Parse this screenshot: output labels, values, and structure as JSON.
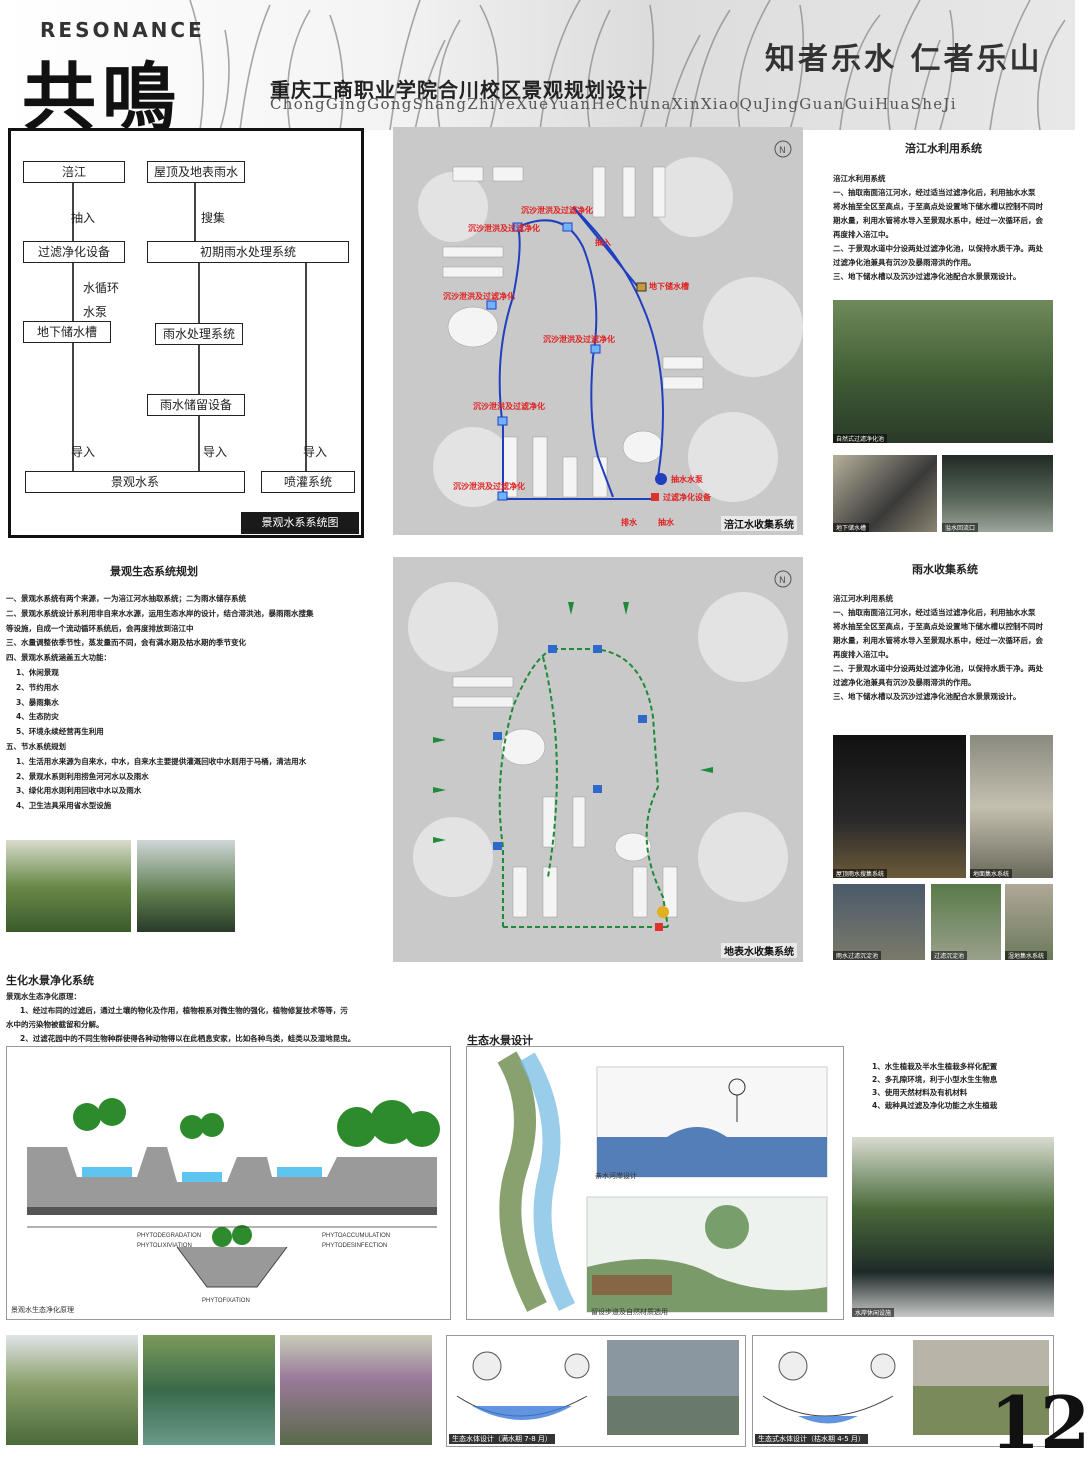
{
  "header": {
    "resonance": "RESONANCE",
    "title": "共鳴",
    "subtitle_cn": "重庆工商职业学院合川校区景观规划设计",
    "subtitle_pinyin": "ChongGingGongShangZhiYeXueYuanHeChunaXinXiaoQuJingGuanGuiHuaSheJi",
    "slogan": "知者乐水  仁者乐山"
  },
  "flowchart": {
    "boxes": {
      "fujiang": "涪江",
      "rain_source": "屋顶及地表雨水",
      "filter_device": "过滤净化设备",
      "initial_rain": "初期雨水处理系统",
      "underground_tank": "地下储水槽",
      "rain_treatment": "雨水处理系统",
      "rain_storage": "雨水储留设备",
      "landscape_water": "景观水系",
      "sprinkler": "喷灌系统"
    },
    "labels": {
      "pump_in": "抽入",
      "collect": "搜集",
      "cycle": "水循环",
      "pump": "水泵",
      "inflow1": "导入",
      "inflow2": "导入",
      "inflow3": "导入"
    },
    "caption": "景观水系系统图"
  },
  "map1": {
    "caption": "涪江水收集系统",
    "labels": [
      "沉沙泄洪及过滤净化",
      "沉沙泄洪及过滤净化",
      "沉沙泄洪及过滤净化",
      "沉沙泄洪及过滤净化",
      "沉沙泄洪及过滤净化",
      "沉沙泄洪及过滤净化"
    ],
    "tank": "地下储水槽",
    "pump": "抽水水泵",
    "filter": "过滤净化设备",
    "drain": "排水",
    "intake": "抽水",
    "pump_in": "抽入"
  },
  "map2": {
    "caption": "地表水收集系统"
  },
  "right_top": {
    "title": "涪江水利用系统",
    "heading": "涪江水利用系统",
    "lines": [
      "一、抽取南面涪江河水，经过适当过滤净化后，利用抽水水泵",
      "将水抽至全区至高点，于至高点处设置地下储水槽以控制不同时",
      "期水量，利用水管将水导入至景观水系中，经过一次循环后，会",
      "再度排入涪江中。",
      "二、于景观水道中分设两处过滤净化池，以保持水质干净。两处",
      "过滤净化池兼具有沉沙及暴雨滞洪的作用。",
      "三、地下储水槽以及沉沙过滤净化池配合水景景观设计。"
    ],
    "photo1": "自然式过滤净化池",
    "photo2": "地下储水槽",
    "photo3": "溢水回流口"
  },
  "right_mid": {
    "title": "雨水收集系统",
    "heading": "涪江河水利用系统",
    "lines": [
      "一、抽取南面涪江河水，经过适当过滤净化后，利用抽水水泵",
      "将水抽至全区至高点，于至高点处设置地下储水槽以控制不同时",
      "期水量，利用水管将水导入至景观水系中，经过一次循环后，会",
      "再度排入涪江中。",
      "二、于景观水道中分设两处过滤净化池，以保持水质干净。两处",
      "过滤净化池兼具有沉沙及暴雨滞洪的作用。",
      "三、地下储水槽以及沉沙过滤净化池配合水景景观设计。"
    ],
    "photo1": "屋顶雨水搜集系统",
    "photo2": "地面集水系统",
    "photo3": "雨水过滤沉淀池",
    "photo4": "过滤沉淀池",
    "photo5": "湿地集水系统"
  },
  "left_mid": {
    "title": "景观生态系统规划",
    "lines": [
      "一、景观水系统有两个来源，一为涪江河水抽取系统；二为雨水储存系统",
      "二、景观水系统设计系利用非自来水水源，运用生态水岸的设计，结合滞洪池，暴雨雨水搜集",
      "等设施，自成一个流动循环系统后，会再度排放到涪江中",
      "三、水量调整依季节性，蒸发量而不同，会有满水期及枯水期的季节变化",
      "四、景观水系统涵盖五大功能：",
      "1、休闲景观",
      "2、节约用水",
      "3、暴雨集水",
      "4、生态防灾",
      "5、环境永续经营再生利用",
      "五、节水系统规划",
      "1、生活用水来源为自来水，中水，自来水主要提供灌溉回收中水则用于马桶，清洁用水",
      "2、景观水系则利用捞鱼河河水以及雨水",
      "3、绿化用水则利用回收中水以及雨水",
      "4、卫生洁具采用省水型设施"
    ]
  },
  "purify": {
    "title": "生化水景净化系统",
    "principle": "景观水生态净化原理：",
    "lines": [
      "1、经过布同的过滤后，通过土壤的物化及作用，植物根系对微生物的强化，植物修复技术等等，污",
      "水中的污染物被截留和分解。",
      "2、过滤花园中的不同生物种群使得各种动物得以在此栖息安家，比如各种鸟类，蛙类以及湿地昆虫。"
    ],
    "caption": "景观水生态净化原理",
    "terms": [
      "PHYTODEGRADATION",
      "PHYTOLIXIVIATION",
      "PHYTOACCUMULATION",
      "PHYTODESINFECTION",
      "PHYTOFIXATION"
    ]
  },
  "eco": {
    "title": "生态水景设计",
    "cap1": "亲水河岸设计",
    "cap2": "留设步道及自然材质选用",
    "points": [
      "1、水生植栽及半水生植栽多样化配置",
      "2、多孔隙环境，利于小型水生生物息",
      "3、使用天然材料及有机材料",
      "4、栽种具过滤及净化功能之水生植栽"
    ],
    "photo_cap": "水岸休闲设施"
  },
  "bottom": {
    "cap1": "生态水体设计（满水期 7-8 月）",
    "cap2": "生态式水体设计（枯水期 4-5 月）"
  },
  "page_number": "12"
}
